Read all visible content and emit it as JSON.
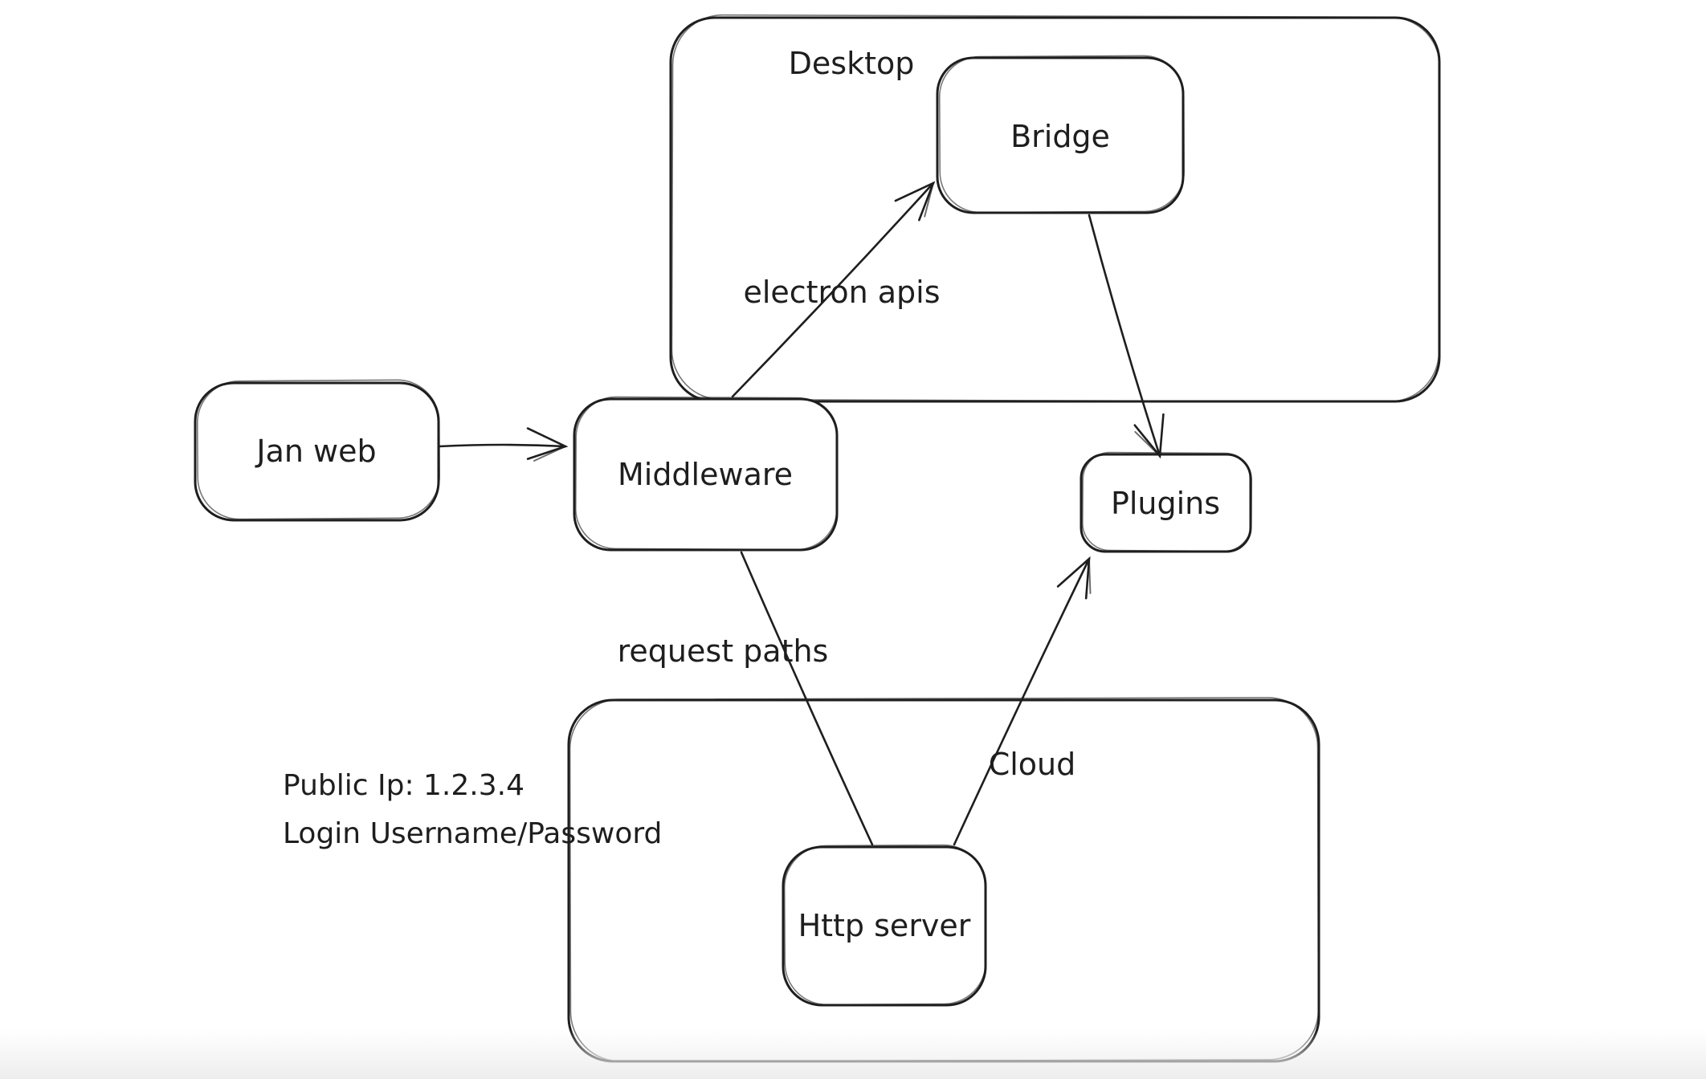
{
  "diagram": {
    "background_color": "#ffffff",
    "stroke_color": "#1e1e1e",
    "containers": [
      {
        "label": "Desktop"
      },
      {
        "label": "Cloud"
      }
    ],
    "nodes": [
      {
        "label": "Jan web"
      },
      {
        "label": "Middleware"
      },
      {
        "label": "Bridge"
      },
      {
        "label": "Plugins"
      },
      {
        "label": "Http server"
      }
    ],
    "edges": [
      {
        "from": "Jan web",
        "to": "Middleware",
        "label": "",
        "arrowhead": true
      },
      {
        "from": "Middleware",
        "to": "Bridge",
        "label": "electron apis",
        "arrowhead": true
      },
      {
        "from": "Bridge",
        "to": "Plugins",
        "label": "",
        "arrowhead": true
      },
      {
        "from": "Middleware",
        "to": "Http server",
        "label": "request paths",
        "arrowhead": false
      },
      {
        "from": "Http server",
        "to": "Plugins",
        "label": "",
        "arrowhead": true
      }
    ],
    "annotations": [
      {
        "text": "Public Ip: 1.2.3.4"
      },
      {
        "text": "Login Username/Password"
      }
    ]
  }
}
